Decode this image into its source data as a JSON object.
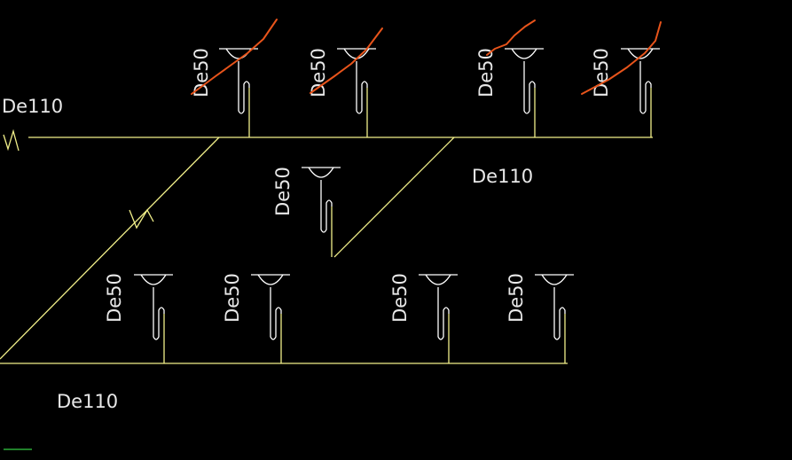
{
  "colors": {
    "background": "#000000",
    "pipe": "#f2f08a",
    "branch": "#ffffff",
    "branch_pipe": "#f2f08a",
    "markup": "#e8541b",
    "label": "#e8e8e8",
    "axis_marker": "#33cc44"
  },
  "pipes": {
    "upper_main": {
      "label": "De110"
    },
    "middle": {
      "label": "De110"
    },
    "lower_main": {
      "label": "De110"
    }
  },
  "fixtures": [
    {
      "label": "De50",
      "struck": true
    },
    {
      "label": "De50",
      "struck": true
    },
    {
      "label": "De50",
      "struck": true
    },
    {
      "label": "De50",
      "struck": true
    },
    {
      "label": "De50",
      "struck": false
    },
    {
      "label": "De50",
      "struck": false
    },
    {
      "label": "De50",
      "struck": false
    },
    {
      "label": "De50",
      "struck": false
    },
    {
      "label": "De50",
      "struck": false
    }
  ]
}
